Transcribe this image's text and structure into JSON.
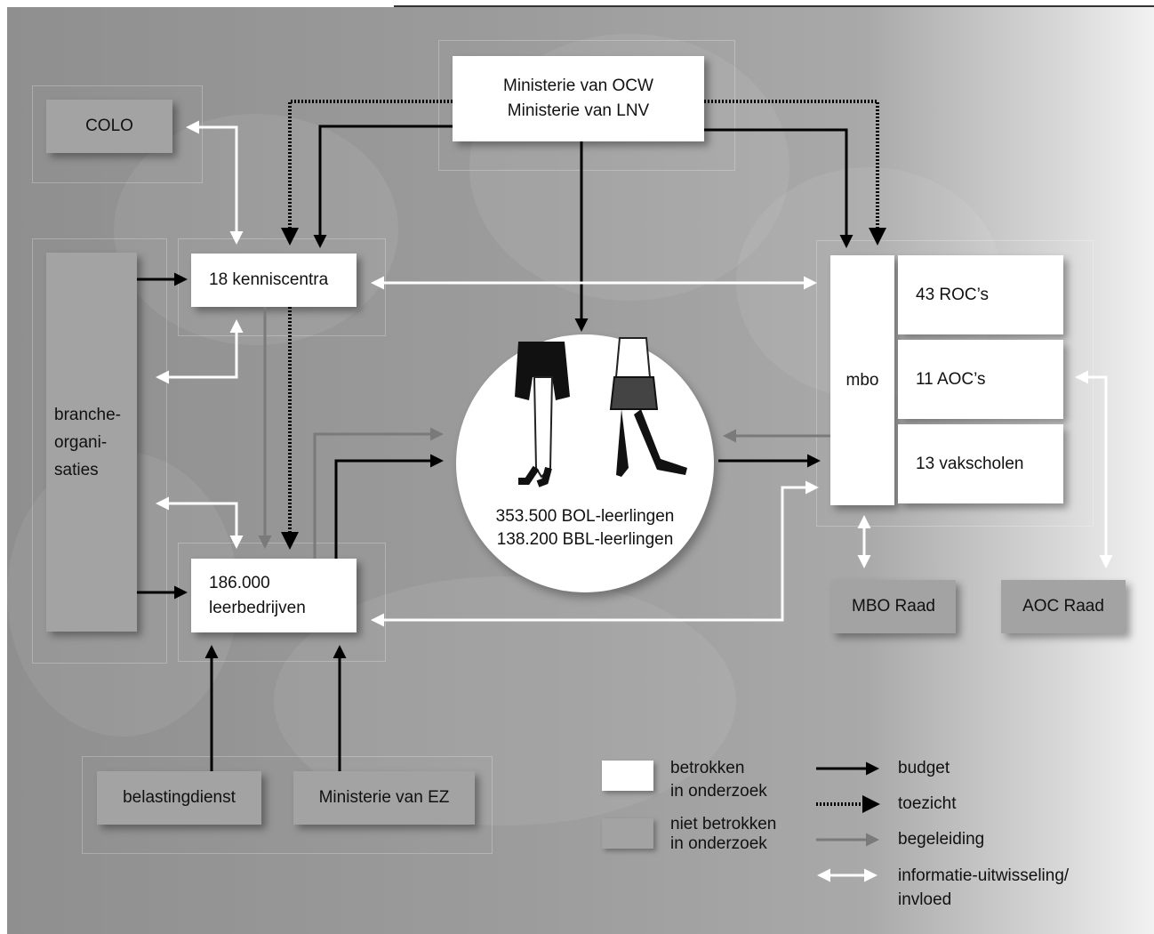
{
  "nodes": {
    "ministerie_ocw": "Ministerie van OCW",
    "ministerie_lnv": "Ministerie van LNV",
    "colo": "COLO",
    "kenniscentra": "18 kenniscentra",
    "branche_1": "branche-",
    "branche_2": "organi-",
    "branche_3": "saties",
    "leerbedrijven_1": "186.000",
    "leerbedrijven_2": "leerbedrijven",
    "mbo": "mbo",
    "rocs": "43 ROC’s",
    "aocs": "11 AOC’s",
    "vakscholen": "13 vakscholen",
    "mbo_raad": "MBO Raad",
    "aoc_raad": "AOC Raad",
    "belastingdienst": "belastingdienst",
    "ministerie_ez": "Ministerie van EZ",
    "students_bol": "353.500 BOL-leerlingen",
    "students_bbl": "138.200 BBL-leerlingen"
  },
  "legend": {
    "involved": "betrokken\nin onderzoek",
    "not_involved": "niet betrokken\nin onderzoek",
    "budget": "budget",
    "toezicht": "toezicht",
    "begeleiding": "begeleiding",
    "informatie": "informatie-uitwisseling/\ninvloed"
  },
  "colors": {
    "involved": "#ffffff",
    "not_involved": "#a3a3a3",
    "budget": "#000000",
    "toezicht": "#000000",
    "begeleiding": "#7a7a7a",
    "informatie": "#ffffff"
  }
}
